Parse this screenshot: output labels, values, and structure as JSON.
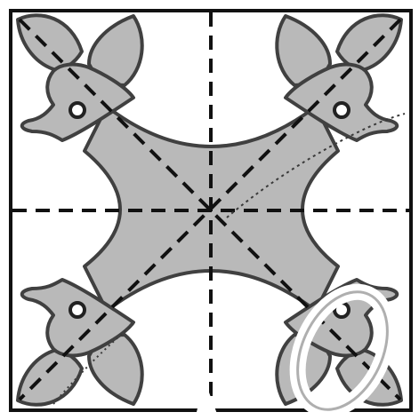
{
  "diagram": {
    "description_visible_text": "",
    "shape_fill": "#b9b9b9",
    "shape_stroke": "#404040",
    "line_color": "#111111",
    "frame_color": "#111111",
    "watermark_color": "#3a3a3a",
    "watermark_text": "",
    "symmetry_lines": [
      "vertical",
      "horizontal",
      "diagonal-main",
      "diagonal-anti"
    ],
    "animal_heads": [
      "top-left",
      "top-right",
      "bottom-left",
      "bottom-right"
    ]
  }
}
